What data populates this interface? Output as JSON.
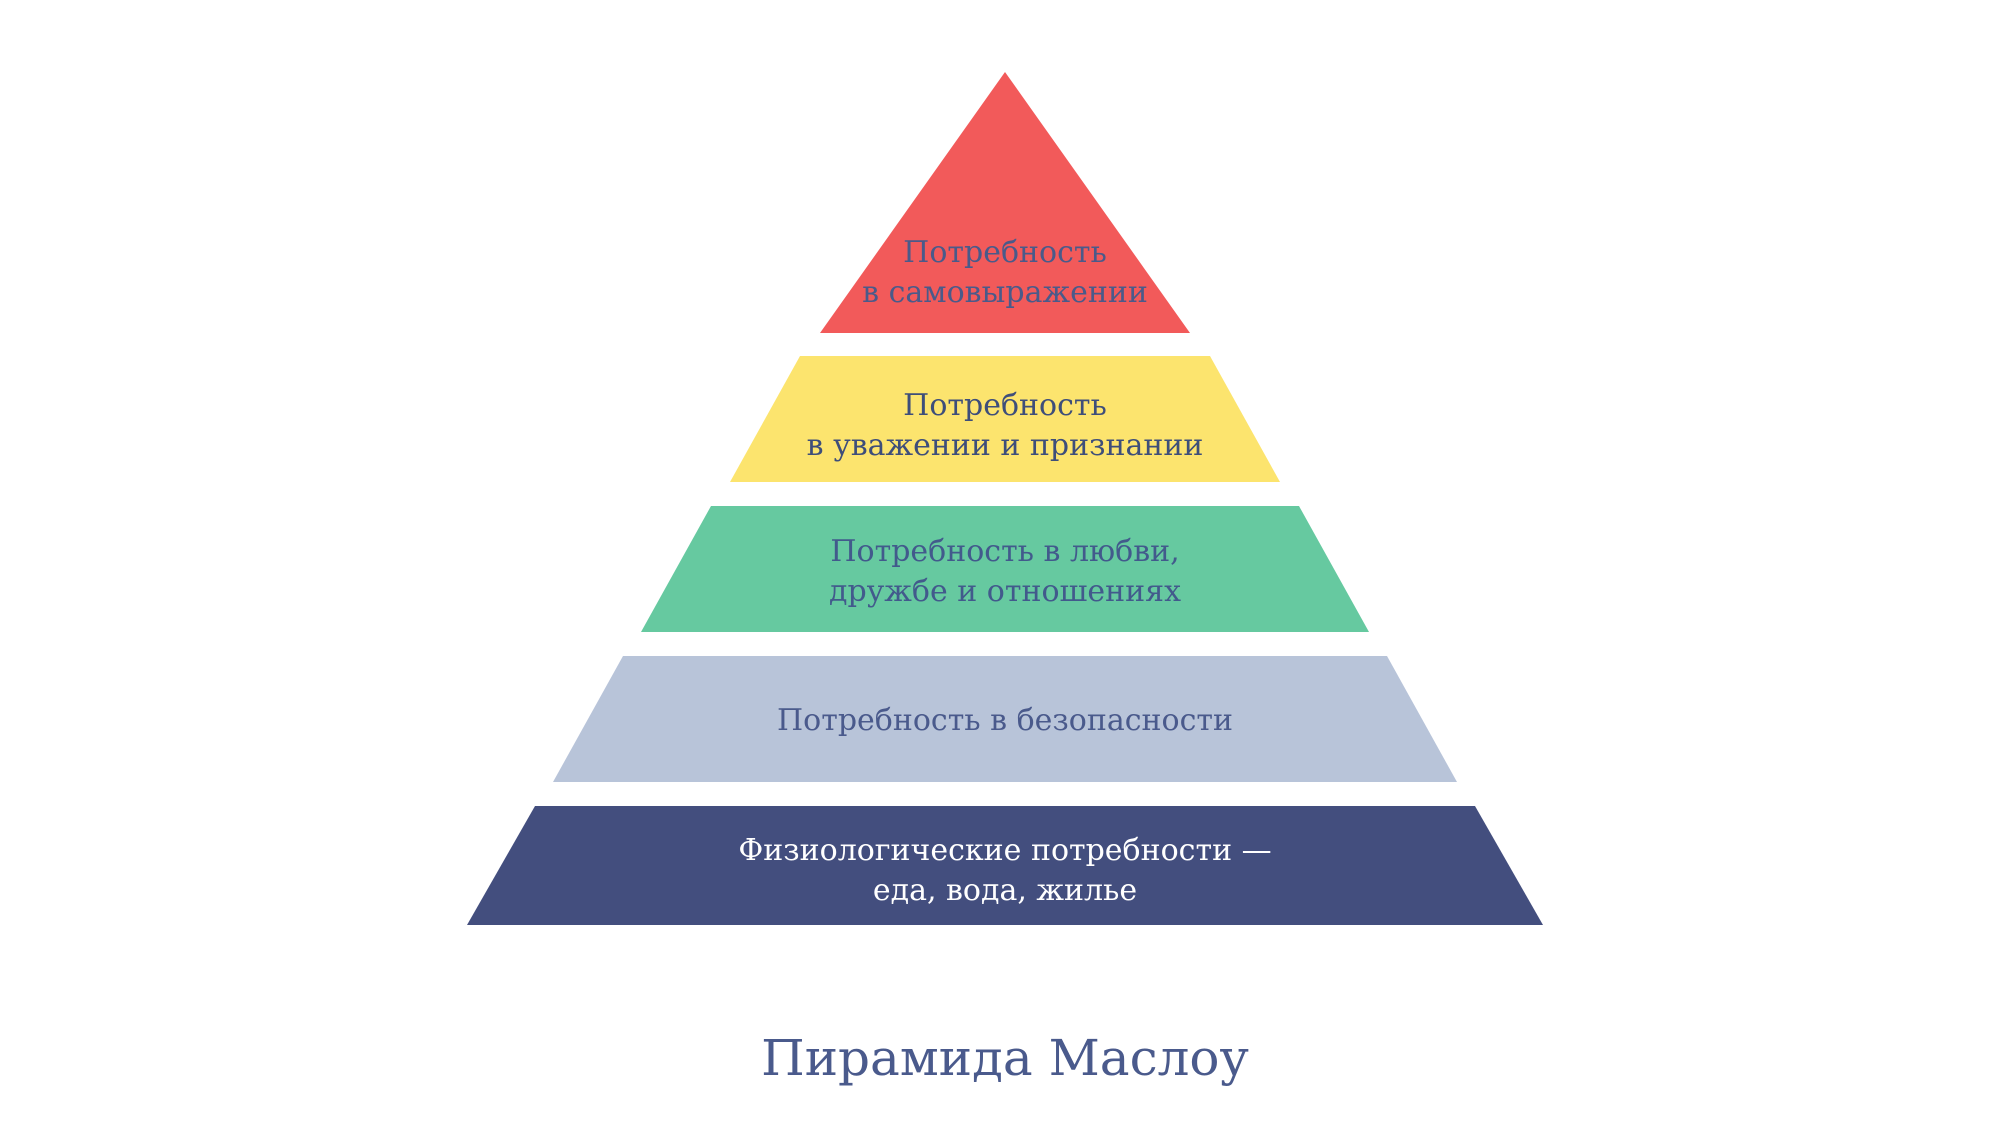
{
  "diagram": {
    "levels": [
      {
        "id": "self-actualization",
        "lines": [
          "Потребность",
          "в самовыражении"
        ],
        "fill": "#F25A5A",
        "text_color": "#4A5A8A"
      },
      {
        "id": "esteem",
        "lines": [
          "Потребность",
          "в уважении и признании"
        ],
        "fill": "#FCE46E",
        "text_color": "#3E4E7A"
      },
      {
        "id": "love-belonging",
        "lines": [
          "Потребность в любви,",
          "дружбе и отношениях"
        ],
        "fill": "#66C9A0",
        "text_color": "#425A8C"
      },
      {
        "id": "safety",
        "lines": [
          "Потребность в безопасности"
        ],
        "fill": "#B8C4D9",
        "text_color": "#4A5A8C"
      },
      {
        "id": "physiological",
        "lines": [
          "Физиологические потребности —",
          "еда, вода, жилье"
        ],
        "fill": "#434E7E",
        "text_color": "#FFFFFF"
      }
    ],
    "caption": "Пирамида Маслоу",
    "caption_color": "#4A5A8C"
  }
}
